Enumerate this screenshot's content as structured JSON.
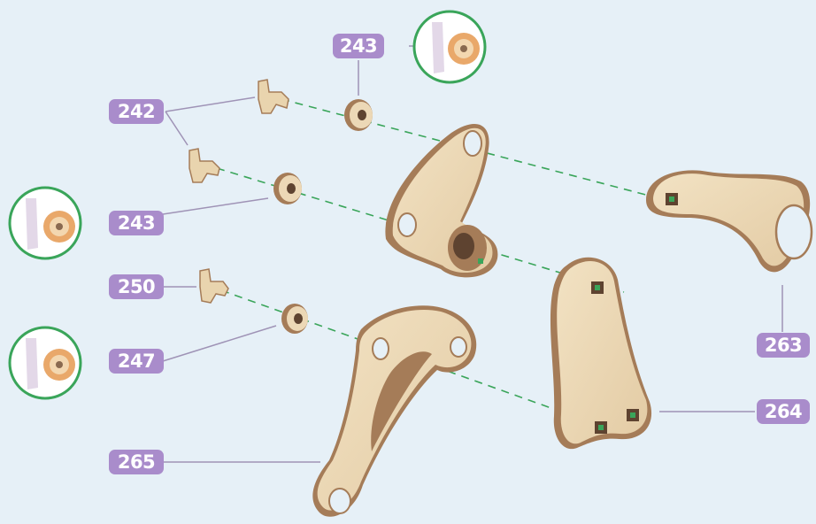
{
  "diagram": {
    "labels": {
      "part_243_top": "243",
      "part_242": "242",
      "part_243_left": "243",
      "part_250": "250",
      "part_247": "247",
      "part_265": "265",
      "part_263": "263",
      "part_264": "264"
    },
    "colors": {
      "background": "#e6f0f7",
      "badge": "#a98ccb",
      "leader_line": "#9f93b6",
      "guide_dashes": "#3aa55a",
      "thumbnail_ring": "#3aa55a",
      "wood_face": "#ecd8b6",
      "wood_edge": "#a57c58"
    }
  }
}
